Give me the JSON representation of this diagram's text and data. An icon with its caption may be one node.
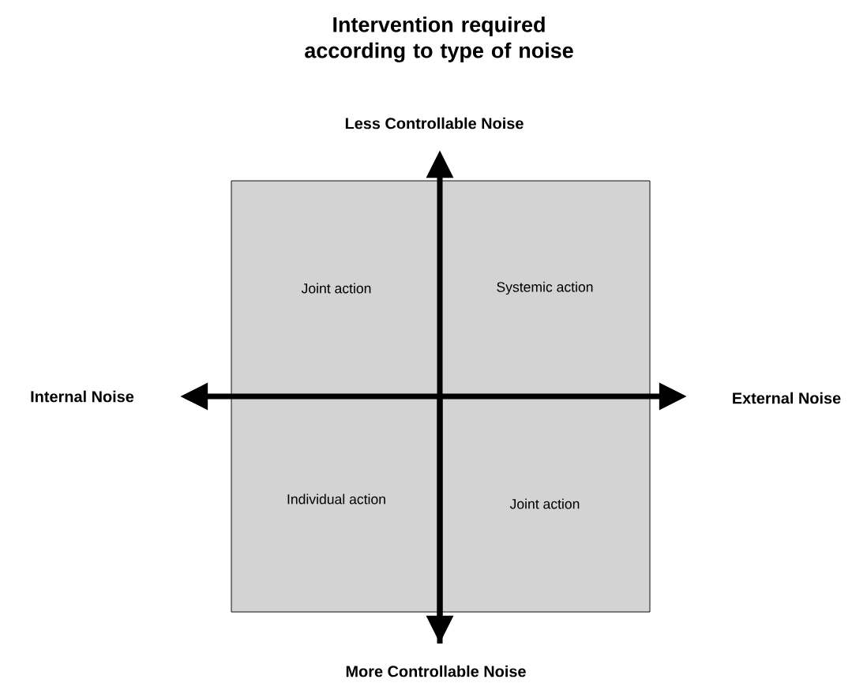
{
  "diagram": {
    "title": "Intervention required according to type of noise",
    "nodes": [
      {
        "text": [
          "Joint action",
          "Systemic action",
          "Individual action",
          "Joint action"
        ]
      }
    ],
    "labels": [
      "Less Controllable Noise",
      "Internal Noise",
      "External Noise",
      "More Controllable Noise"
    ]
  }
}
